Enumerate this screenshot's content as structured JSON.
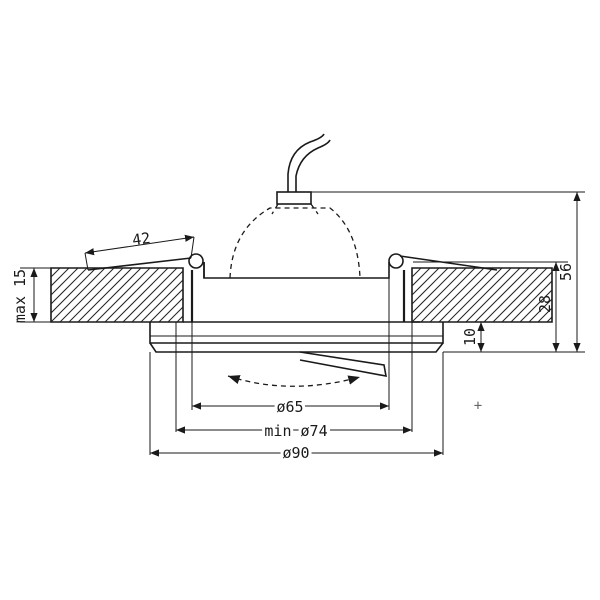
{
  "dimensions": {
    "max_thickness": "max 15",
    "spring_length": "42",
    "total_height": "56",
    "body_height": "28",
    "bezel_height": "10",
    "lamp_diameter": "ø65",
    "cutout_diameter": "min ø74",
    "outer_diameter": "ø90"
  },
  "marker": "+"
}
